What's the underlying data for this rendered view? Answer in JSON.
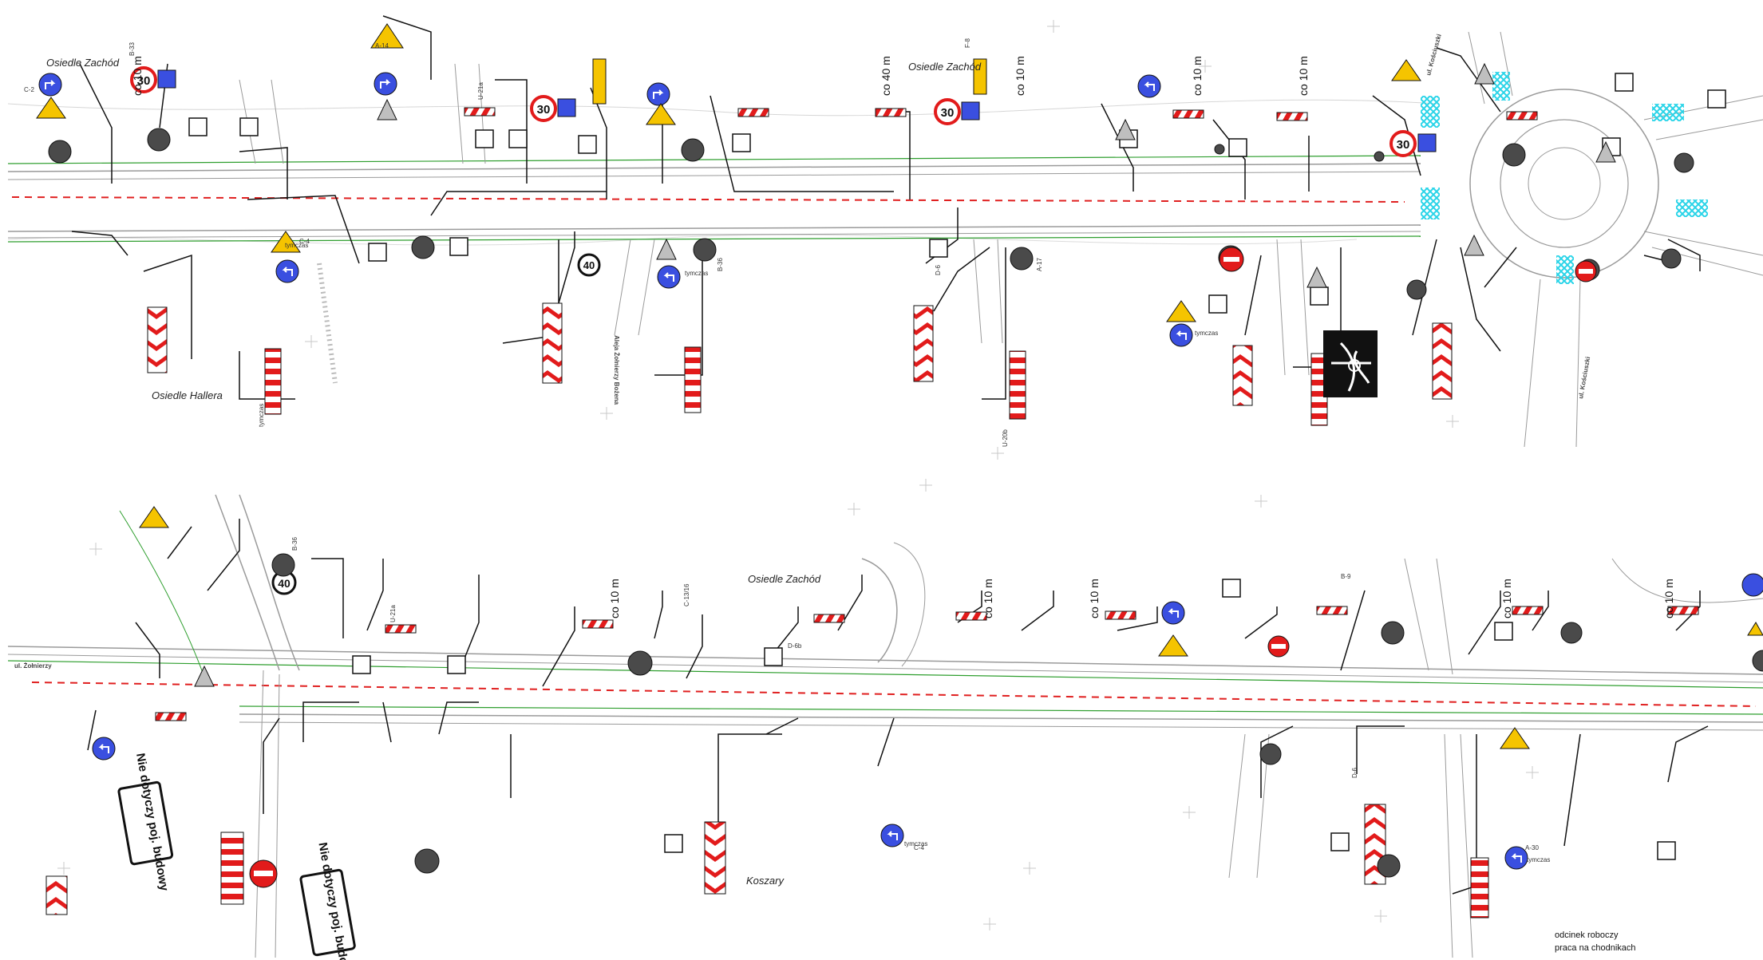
{
  "strip_top": {
    "places": [
      "Osiedle Zachód",
      "Osiedle Zachód",
      "Osiedle Hallera"
    ],
    "spacing": [
      "co 40 m",
      "co 10 m",
      "co 10 m",
      "co 10 m",
      "co 10 m"
    ],
    "speed_limits": [
      "30",
      "30",
      "30",
      "30",
      "40"
    ],
    "temp_labels": [
      "tymczas",
      "tymczas",
      "tymczas",
      "tymczas"
    ],
    "sign_codes": [
      "C-2",
      "B-33",
      "F-8",
      "A-14",
      "U-21a",
      "B-36",
      "C-4",
      "D-6",
      "A-17",
      "U-20b"
    ],
    "street_labels": [
      "ul. Kościuszki",
      "ul. Kościuszki",
      "Aleja Żołnierzy Bożena"
    ]
  },
  "strip_bottom": {
    "places": [
      "Osiedle Zachód",
      "Koszary"
    ],
    "spacing": [
      "co 10 m",
      "co 10 m",
      "co 10 m",
      "co 10 m",
      "co 10 m"
    ],
    "speed_limits": [
      "40"
    ],
    "temp_labels": [
      "tymczas",
      "tymczas"
    ],
    "sign_codes": [
      "B-36",
      "U-21a",
      "D-6b",
      "C-13/16",
      "B-9",
      "C-4",
      "A-30",
      "D-6"
    ],
    "boxes": [
      "Nie dotyczy poj. budowy",
      "Nie dotyczy poj. budowy"
    ],
    "note": [
      "odcinek roboczy",
      "praca na chodnikach"
    ],
    "street_labels": [
      "ul. Żołnierzy"
    ]
  },
  "colors": {
    "curb": "#9a9a9a",
    "green_line": "#2e9e2e",
    "red_center": "#e02020",
    "cyan": "#29d4e8",
    "sign_red": "#e21b1b",
    "sign_blue": "#3a4fe0",
    "sign_yellow": "#f5c400"
  }
}
